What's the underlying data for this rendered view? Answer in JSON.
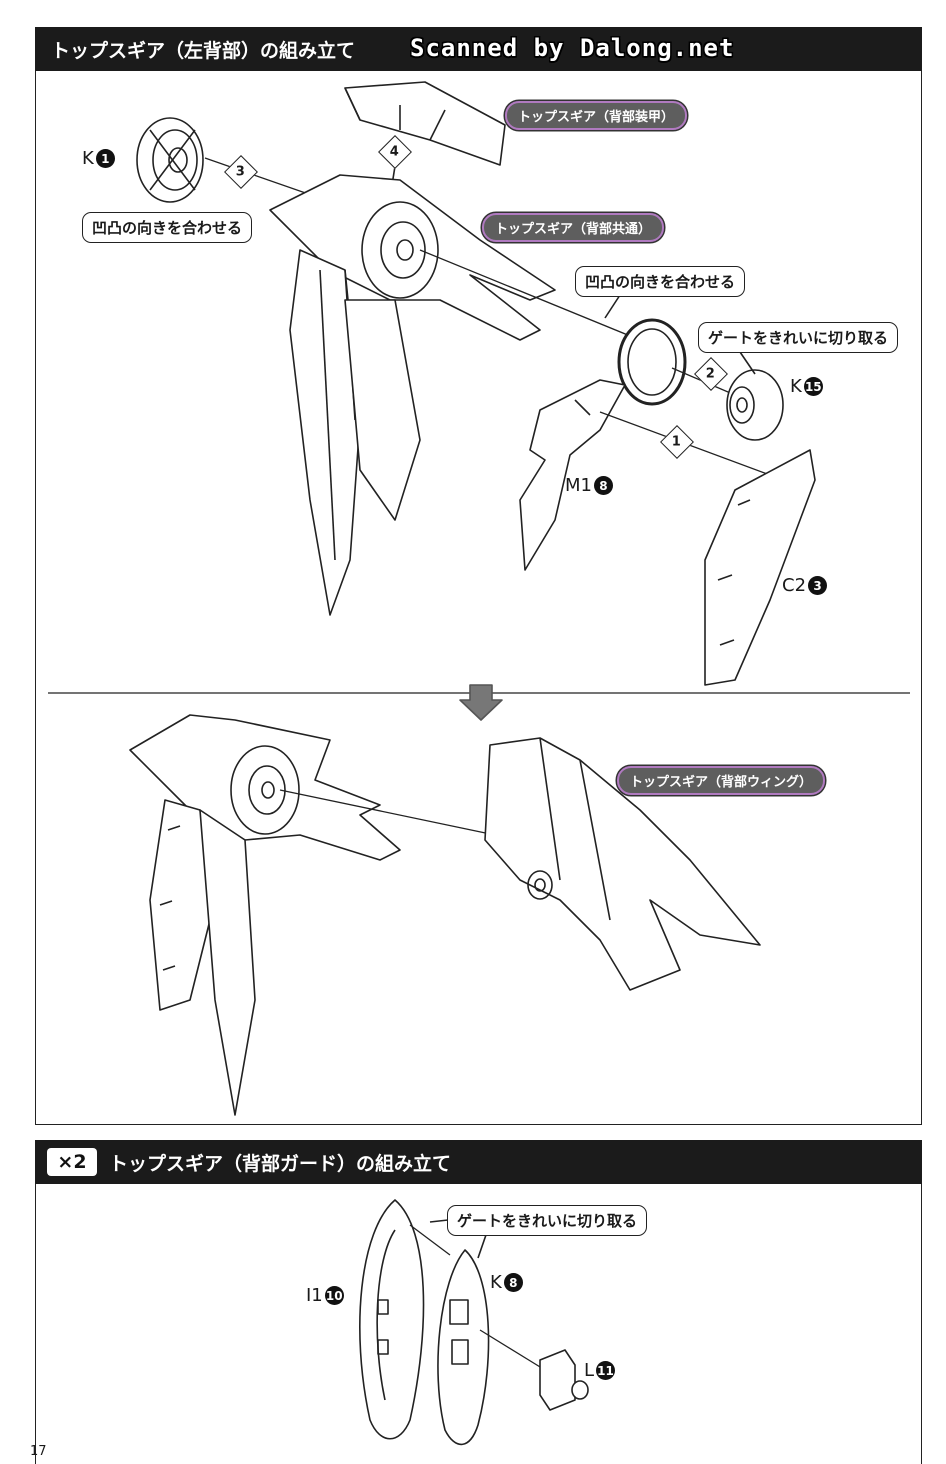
{
  "section1": {
    "title": "トップスギア（左背部）の組み立て",
    "watermark": "Scanned by Dalong.net"
  },
  "callouts": {
    "align_left": "凹凸の向きを合わせる",
    "align_right": "凹凸の向きを合わせる",
    "gate_right": "ゲートをきれいに切り取る",
    "gate_bottom": "ゲートをきれいに切り取る"
  },
  "pills": {
    "armor": "トップスギア（背部装甲）",
    "common": "トップスギア（背部共通）",
    "wing": "トップスギア（背部ウィング）"
  },
  "parts": {
    "k1": {
      "letter": "K",
      "num": "1"
    },
    "k15": {
      "letter": "K",
      "num": "15"
    },
    "m18": {
      "letter": "M1",
      "num": "8"
    },
    "c23": {
      "letter": "C2",
      "num": "3"
    },
    "i110": {
      "letter": "I1",
      "num": "10"
    },
    "k8": {
      "letter": "K",
      "num": "8"
    },
    "l11": {
      "letter": "L",
      "num": "11"
    }
  },
  "steps": [
    "1",
    "2",
    "3",
    "4"
  ],
  "section2": {
    "multiplier": "×2",
    "title": "トップスギア（背部ガード）の組み立て"
  },
  "page_number": "17",
  "colors": {
    "header_bg": "#1b1b1b",
    "pill_bg": "#5e5e5e",
    "pill_border": "#b07ac0"
  }
}
